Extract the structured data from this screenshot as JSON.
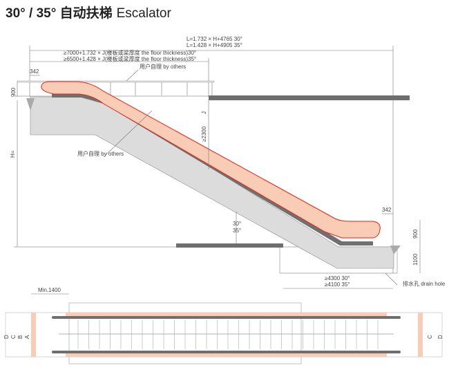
{
  "title": {
    "angles": "30°  / 35°",
    "cn": "自动扶梯",
    "en": "Escalator"
  },
  "elevation": {
    "length_30": "L=1.732 × H+4765   30°",
    "length_35": "L=1.428 × H+4905   35°",
    "opening_30": "≥7000+1.732 × J(楼板或梁厚度 the floor thickness)30°",
    "opening_35": "≥6500+1.428 × J(楼板或梁厚度 the floor thickness)35°",
    "by_others_top": "用户自理 by others",
    "by_others_mid": "用户自理 by others",
    "top_342": "342",
    "top_900": "900",
    "height": "H=",
    "headroom": "≥2300",
    "j": "J",
    "angle_30": "30°",
    "angle_35": "35°",
    "bottom_342": "342",
    "bottom_900": "900",
    "pit_1100": "1100",
    "pit_30": "≥4300   30°",
    "pit_35": "≥4100   35°",
    "drain_hole": "排水孔 drain hole"
  },
  "plan": {
    "min": "Min.1400",
    "left_labels": [
      "D",
      "C",
      "B",
      "A"
    ],
    "right_labels": [
      "C",
      "D"
    ]
  },
  "colors": {
    "handrail": "#f9cdb5",
    "outline": "#e2231a",
    "truss": "#dcdcdc",
    "slab": "#6e6e6e"
  }
}
